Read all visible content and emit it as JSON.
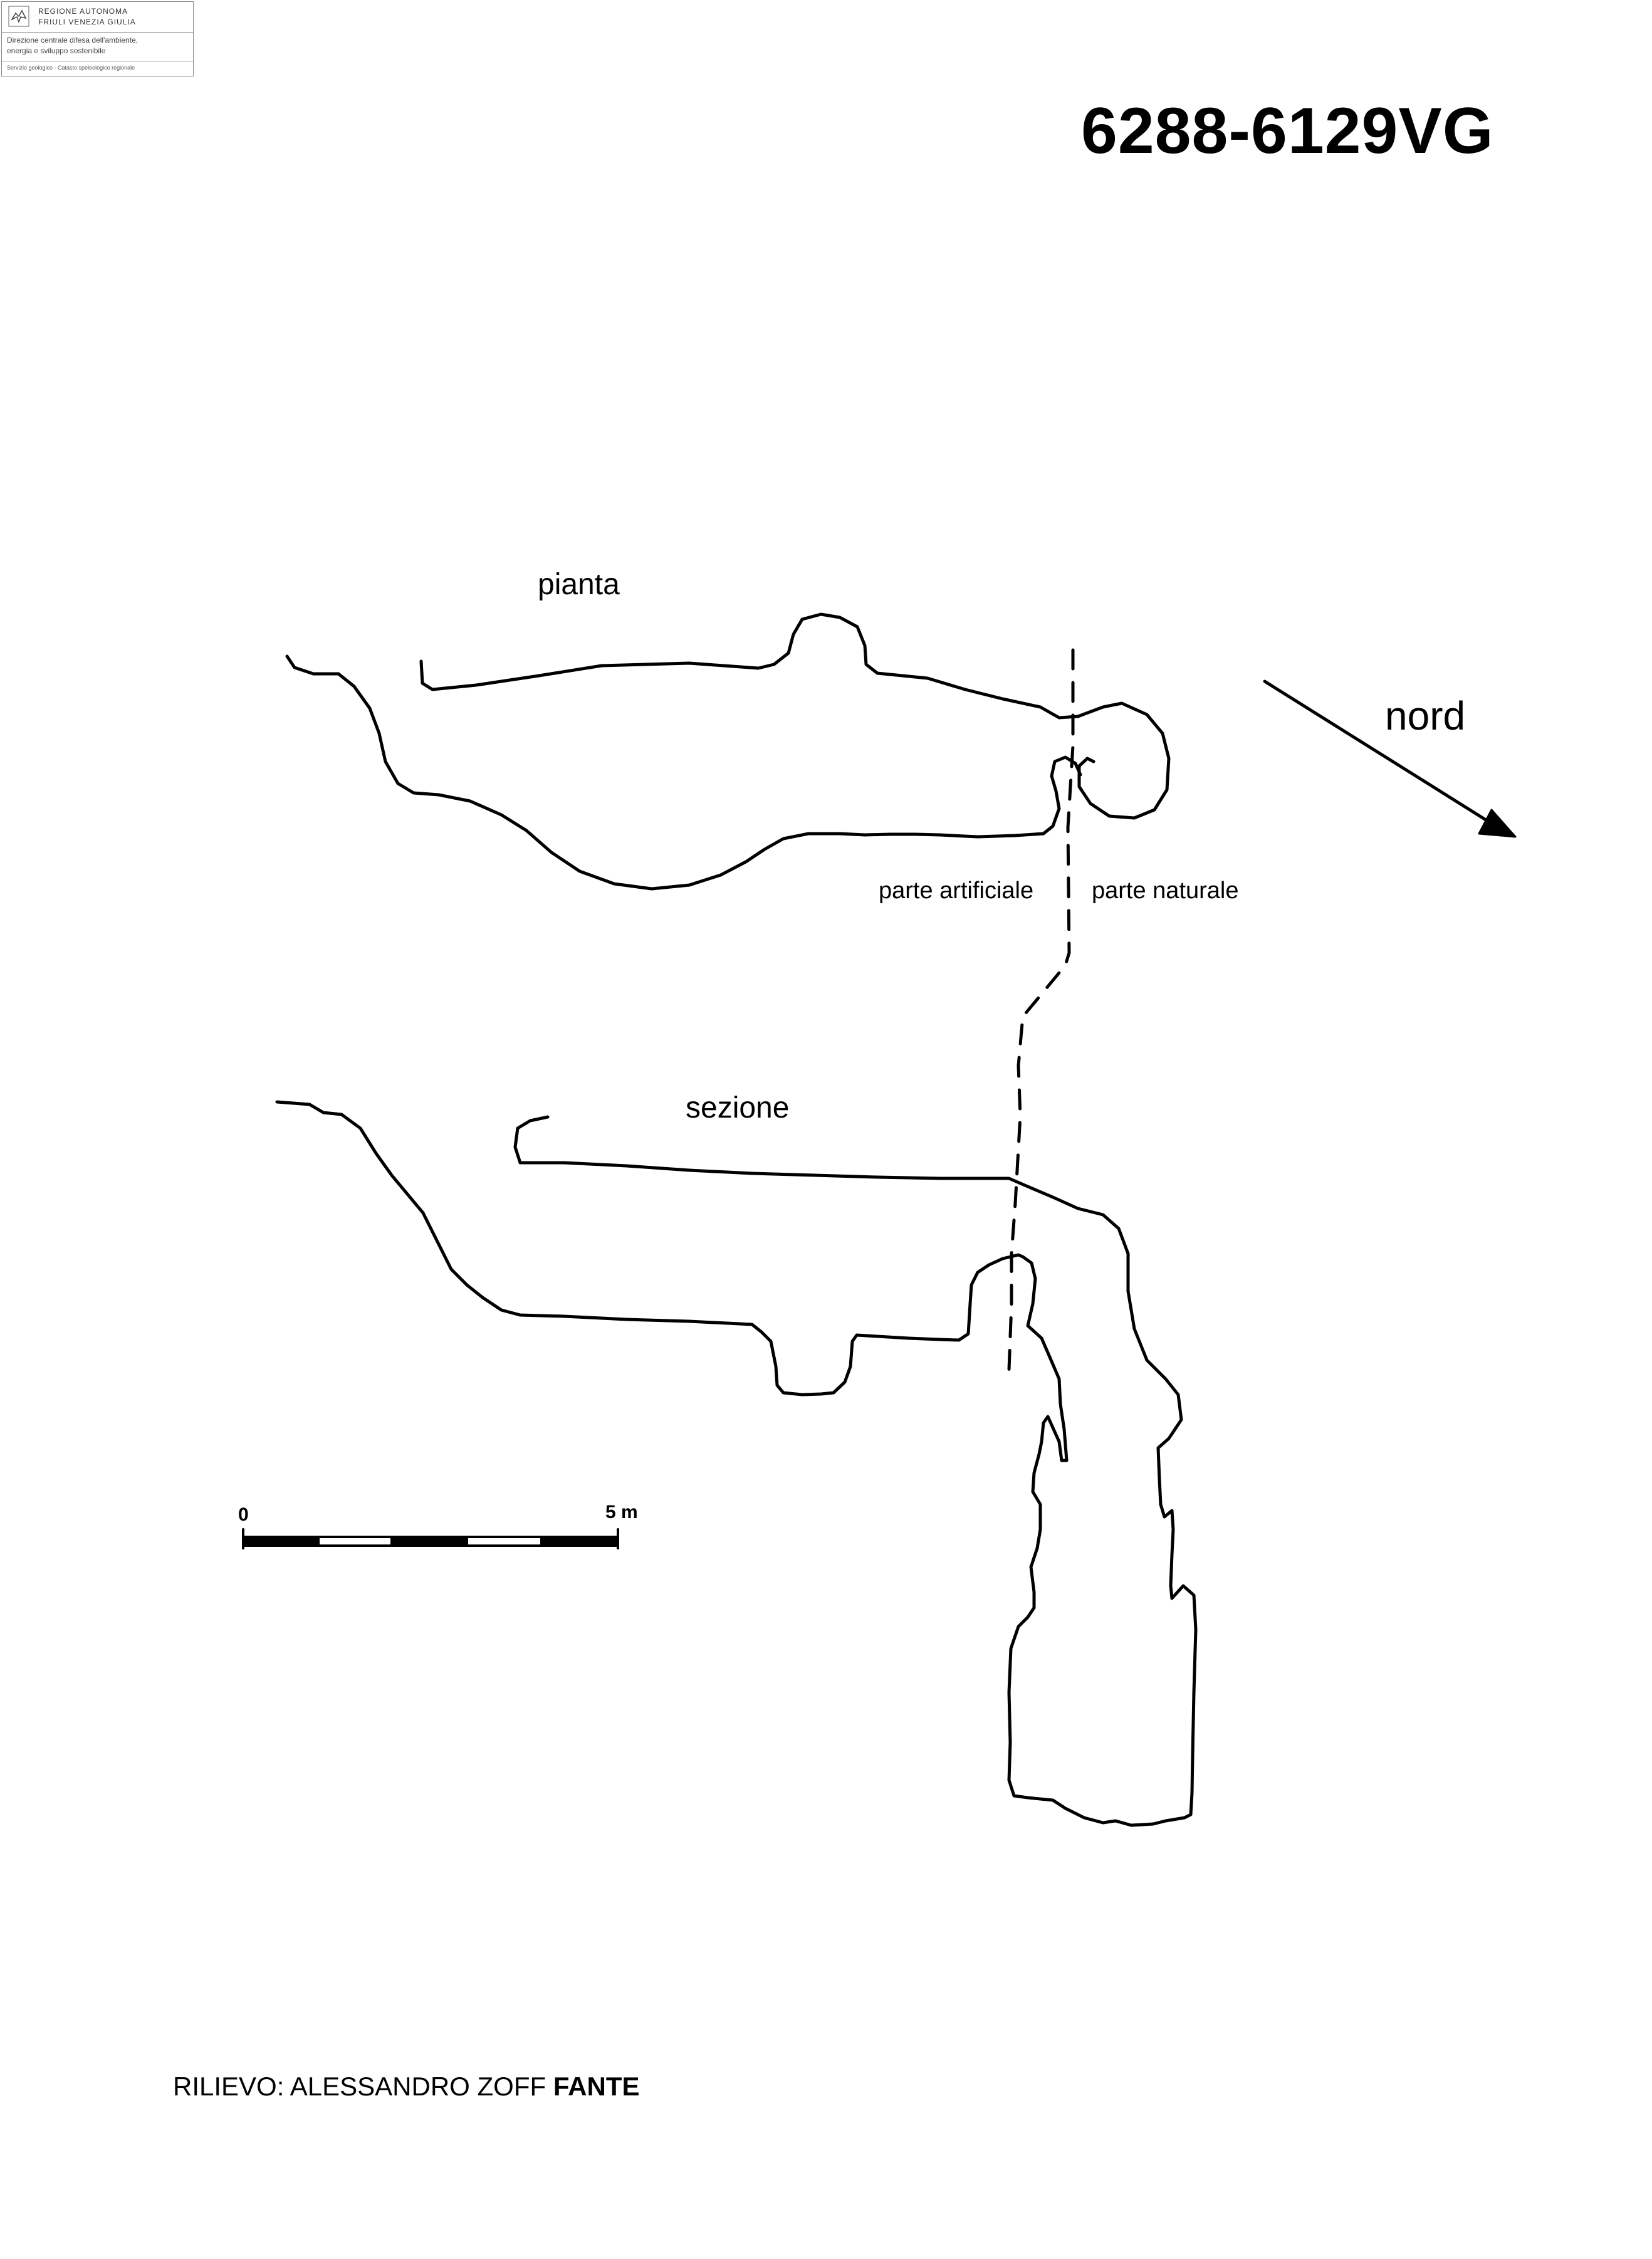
{
  "header": {
    "org_line1": "REGIONE AUTONOMA",
    "org_line2": "FRIULI VENEZIA GIULIA",
    "directorate_line1": "Direzione centrale difesa dell'ambiente,",
    "directorate_line2": "energia e sviluppo sostenibile",
    "service": "Servizio geologico - Catasto speleologico regionale",
    "logo_icon": "eagle-icon"
  },
  "cave_code": "6288-6129VG",
  "labels": {
    "plan": "pianta",
    "section": "sezione",
    "north": "nord",
    "artificial_part": "parte artificiale",
    "natural_part": "parte naturale"
  },
  "scale_bar": {
    "start_label": "0",
    "end_label": "5 m",
    "length_m": 5
  },
  "credits": {
    "prefix": "RILIEVO: ALESSANDRO ZOFF",
    "name_bold": "FANTE"
  },
  "line_color": "#000000",
  "background_color": "#ffffff"
}
